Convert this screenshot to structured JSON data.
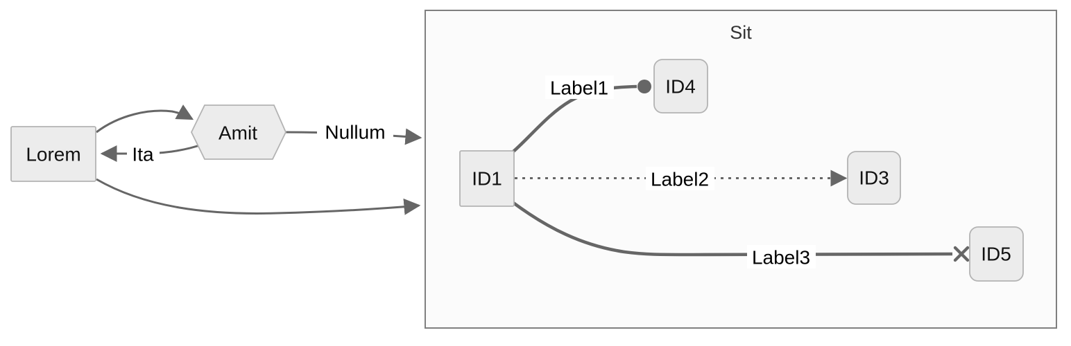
{
  "diagram": {
    "type": "flowchart-left-to-right",
    "subgraph": {
      "title": "Sit",
      "contains": [
        "ID1",
        "ID3",
        "ID4",
        "ID5"
      ]
    },
    "nodes": {
      "lorem": {
        "label": "Lorem",
        "shape": "rectangle"
      },
      "amit": {
        "label": "Amit",
        "shape": "hexagon"
      },
      "id1": {
        "label": "ID1",
        "shape": "rectangle"
      },
      "id4": {
        "label": "ID4",
        "shape": "rounded-rectangle"
      },
      "id3": {
        "label": "ID3",
        "shape": "rounded-rectangle"
      },
      "id5": {
        "label": "ID5",
        "shape": "rounded-rectangle"
      }
    },
    "edges": {
      "lorem_to_amit": {
        "from": "Lorem",
        "to": "Amit",
        "label": "",
        "style": "solid",
        "terminal": "arrow"
      },
      "amit_to_lorem": {
        "from": "Amit",
        "to": "Lorem",
        "label": "Ita",
        "style": "solid",
        "terminal": "arrow"
      },
      "amit_to_sit": {
        "from": "Amit",
        "to": "Sit",
        "label": "Nullum",
        "style": "solid",
        "terminal": "arrow"
      },
      "lorem_to_sit": {
        "from": "Lorem",
        "to": "Sit",
        "label": "",
        "style": "solid",
        "terminal": "arrow"
      },
      "id1_to_id4": {
        "from": "ID1",
        "to": "ID4",
        "label": "Label1",
        "style": "thick",
        "terminal": "circle"
      },
      "id1_to_id3": {
        "from": "ID1",
        "to": "ID3",
        "label": "Label2",
        "style": "dotted",
        "terminal": "arrow"
      },
      "id1_to_id5": {
        "from": "ID1",
        "to": "ID5",
        "label": "Label3",
        "style": "thick",
        "terminal": "cross"
      }
    },
    "colors": {
      "background": "#ffffff",
      "cluster_fill": "#fbfbfb",
      "cluster_border": "#7f7f7f",
      "node_fill": "#ececec",
      "node_border": "#b3b3b3",
      "edge_stroke": "#666666",
      "cluster_title_text": "#333333",
      "label_text": "#000000"
    }
  }
}
